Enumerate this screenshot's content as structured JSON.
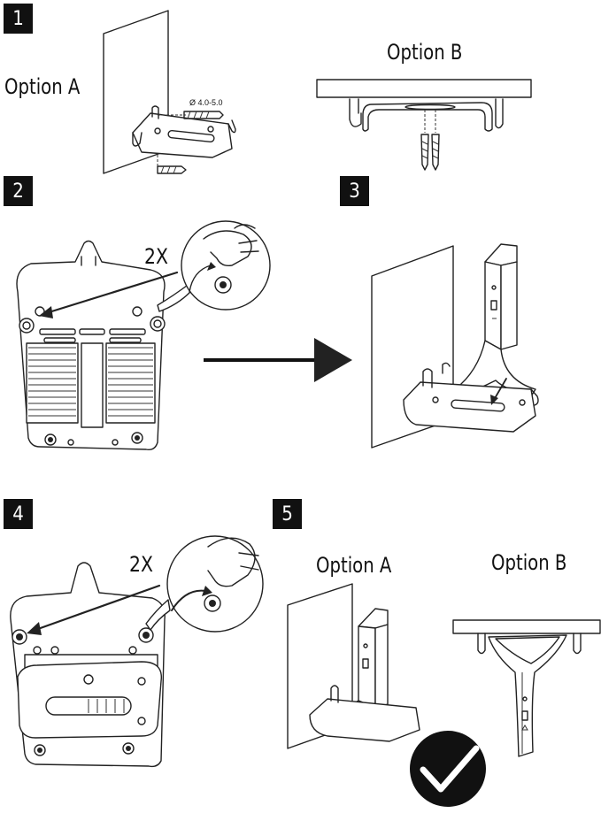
{
  "steps": {
    "s1": "1",
    "s2": "2",
    "s3": "3",
    "s4": "4",
    "s5": "5"
  },
  "labels": {
    "step1_option_a": "Option A",
    "step1_option_b": "Option B",
    "screw_spec": "Ø 4.0-5.0",
    "step2_count": "2X",
    "step4_count": "2X",
    "step5_option_a": "Option A",
    "step5_option_b": "Option B"
  },
  "icons": {
    "completion": "checkmark-icon",
    "direction": "right-arrow-icon"
  },
  "colors": {
    "badge": "#111111",
    "line": "#222222",
    "background": "#ffffff"
  }
}
